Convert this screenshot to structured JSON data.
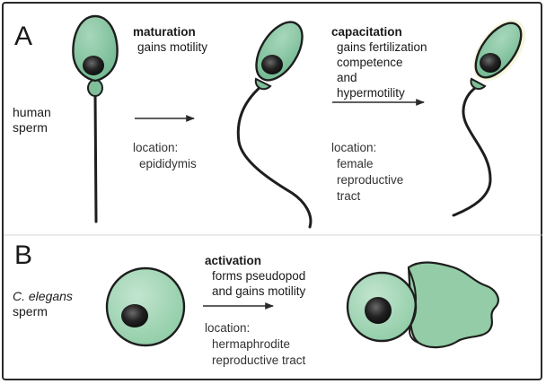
{
  "panel_a": {
    "letter": "A",
    "organism": [
      "human",
      "sperm"
    ],
    "step1": {
      "title": "maturation",
      "desc": [
        "gains motility"
      ],
      "location_label": "location:",
      "location": [
        "epididymis"
      ]
    },
    "step2": {
      "title": "capacitation",
      "desc": [
        "gains fertilization",
        "competence",
        "and",
        "hypermotility"
      ],
      "location_label": "location:",
      "location": [
        "female",
        "reproductive",
        "tract"
      ]
    }
  },
  "panel_b": {
    "letter": "B",
    "organism": [
      "C. elegans",
      "sperm"
    ],
    "step": {
      "title": "activation",
      "desc": [
        "forms pseudopod",
        "and gains motility"
      ],
      "location_label": "location:",
      "location": [
        "hermaphrodite",
        "reproductive tract"
      ]
    }
  },
  "colors": {
    "cell_fill": "#8fc9a6",
    "cell_light": "#b9e0c6",
    "cell_outline": "#1e1e1e",
    "nucleus": "#1a1a1a",
    "arrow": "#2a2a2a"
  }
}
